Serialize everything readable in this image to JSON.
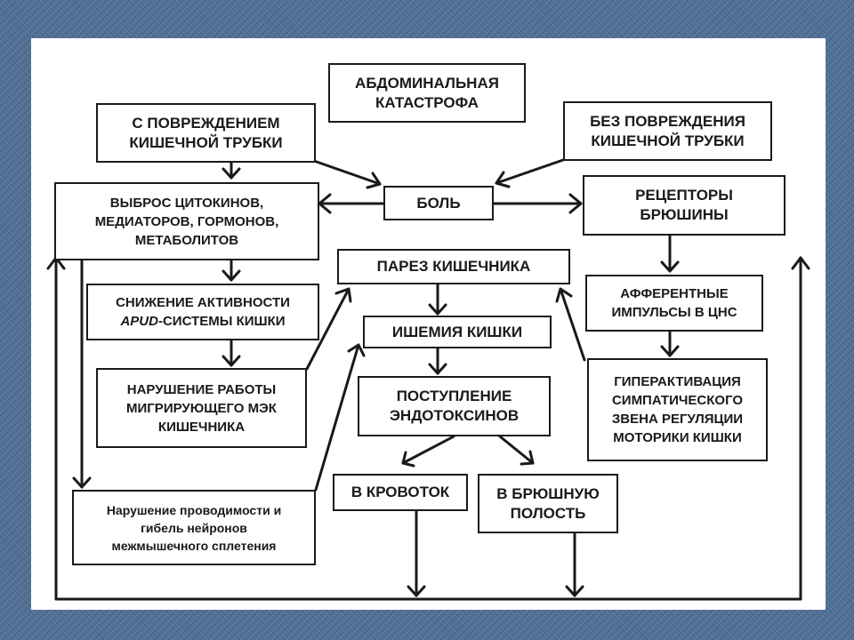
{
  "diagram": {
    "nodes": {
      "abdominal": {
        "lines": [
          "АБДОМИНАЛЬНАЯ",
          "КАТАСТРОФА"
        ]
      },
      "with_damage": {
        "lines": [
          "С ПОВРЕЖДЕНИЕМ",
          "КИШЕЧНОЙ ТРУБКИ"
        ]
      },
      "without_damage": {
        "lines": [
          "БЕЗ ПОВРЕЖДЕНИЯ",
          "КИШЕЧНОЙ ТРУБКИ"
        ]
      },
      "pain": {
        "lines": [
          "БОЛЬ"
        ]
      },
      "release": {
        "lines": [
          "ВЫБРОС ЦИТОКИНОВ,",
          "МЕДИАТОРОВ, ГОРМОНОВ,",
          "МЕТАБОЛИТОВ"
        ]
      },
      "receptors": {
        "lines": [
          "РЕЦЕПТОРЫ",
          "БРЮШИНЫ"
        ]
      },
      "paresis": {
        "lines": [
          "ПАРЕЗ КИШЕЧНИКА"
        ]
      },
      "apud": {
        "line1": "СНИЖЕНИЕ АКТИВНОСТИ",
        "line2_italic": "APUD",
        "line2_rest": "-СИСТЕМЫ КИШКИ"
      },
      "afferent": {
        "lines": [
          "АФФЕРЕНТНЫЕ",
          "ИМПУЛЬСЫ В ЦНС"
        ]
      },
      "ischemia": {
        "lines": [
          "ИШЕМИЯ КИШКИ"
        ]
      },
      "mmc": {
        "lines": [
          "НАРУШЕНИЕ РАБОТЫ",
          "МИГРИРУЮЩЕГО МЭК",
          "КИШЕЧНИКА"
        ]
      },
      "endotoxins": {
        "lines": [
          "ПОСТУПЛЕНИЕ",
          "ЭНДОТОКСИНОВ"
        ]
      },
      "hyperactivation": {
        "lines": [
          "ГИПЕРАКТИВАЦИЯ",
          "СИМПАТИЧЕСКОГО",
          "ЗВЕНА РЕГУЛЯЦИИ",
          "МОТОРИКИ КИШКИ"
        ]
      },
      "bloodstream": {
        "lines": [
          "В КРОВОТОК"
        ]
      },
      "abdominal_cavity": {
        "lines": [
          "В БРЮШНУЮ",
          "ПОЛОСТЬ"
        ]
      },
      "conduction": {
        "lines": [
          "Нарушение проводимости и",
          "гибель нейронов",
          "межмышечного сплетения"
        ]
      }
    },
    "line_color": "#1a1a1a"
  }
}
